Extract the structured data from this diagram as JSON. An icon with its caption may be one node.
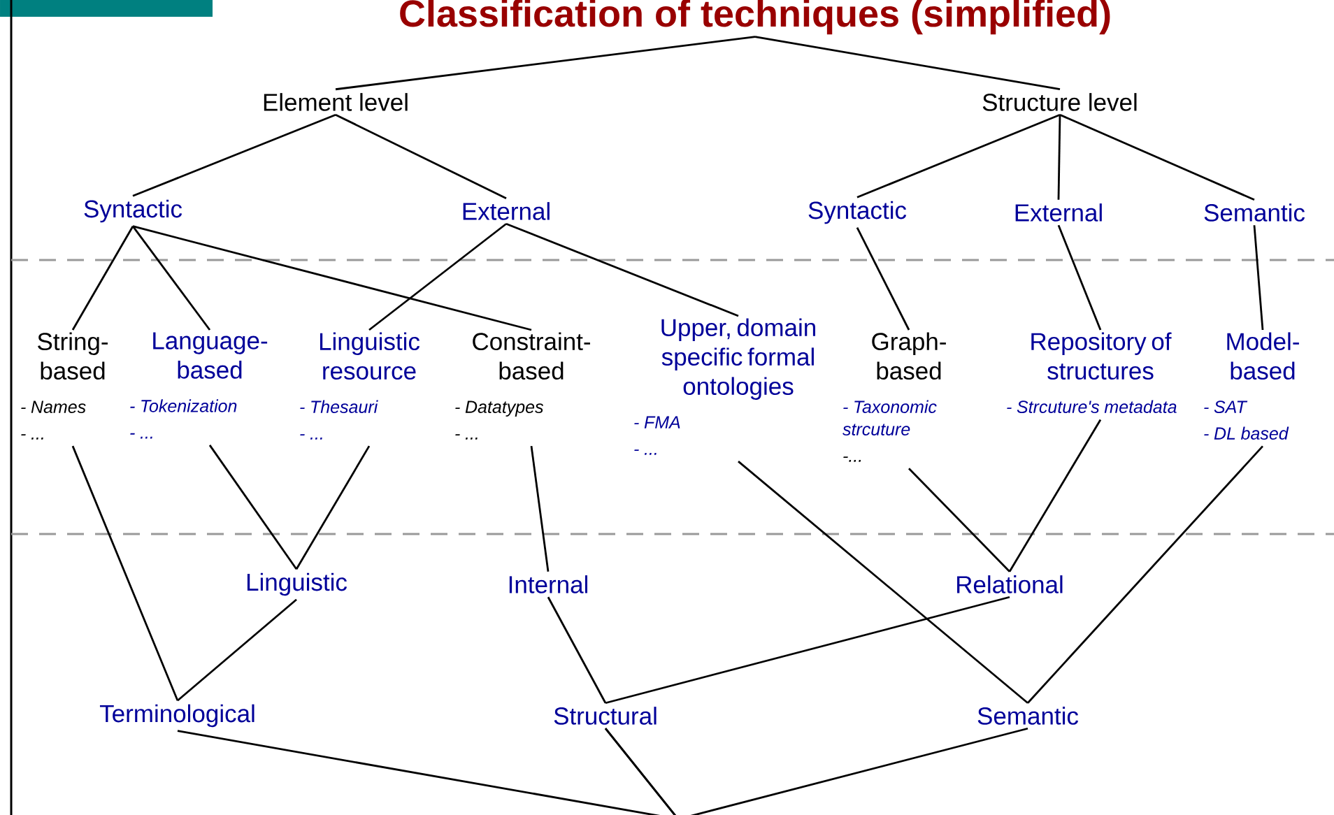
{
  "diagram": {
    "nodes": [
      {
        "text": [
          "Classification of techniques (simplified)"
        ]
      },
      {
        "text": [
          "Element level"
        ]
      },
      {
        "text": [
          "Structure level"
        ]
      },
      {
        "text": [
          "Syntactic"
        ]
      },
      {
        "text": [
          "External"
        ]
      },
      {
        "text": [
          "Syntactic"
        ]
      },
      {
        "text": [
          "External"
        ]
      },
      {
        "text": [
          "Semantic"
        ]
      },
      {
        "text": [
          "String-based",
          "- Names",
          "- ..."
        ]
      },
      {
        "text": [
          "Language-based",
          "- Tokenization",
          "- ..."
        ]
      },
      {
        "text": [
          "Linguistic resource",
          "- Thesauri",
          "- ..."
        ]
      },
      {
        "text": [
          "Constraint-based",
          "- Datatypes",
          "- ..."
        ]
      },
      {
        "text": [
          "Upper, domain specific formal ontologies",
          "- FMA",
          "- ..."
        ]
      },
      {
        "text": [
          "Graph-based",
          "- Taxonomic strcuture",
          "-..."
        ]
      },
      {
        "text": [
          "Repository of structures",
          "- Strcuture's metadata"
        ]
      },
      {
        "text": [
          "Model-based",
          "- SAT",
          "- DL based"
        ]
      },
      {
        "text": [
          "Linguistic"
        ]
      },
      {
        "text": [
          "Internal"
        ]
      },
      {
        "text": [
          "Relational"
        ]
      },
      {
        "text": [
          "Terminological"
        ]
      },
      {
        "text": [
          "Structural"
        ]
      },
      {
        "text": [
          "Semantic"
        ]
      }
    ],
    "edges": [
      {
        "from": 0,
        "to": 1,
        "arrow": "none"
      },
      {
        "from": 0,
        "to": 2,
        "arrow": "none"
      },
      {
        "from": 1,
        "to": 3,
        "arrow": "none"
      },
      {
        "from": 1,
        "to": 4,
        "arrow": "none"
      },
      {
        "from": 2,
        "to": 5,
        "arrow": "none"
      },
      {
        "from": 2,
        "to": 6,
        "arrow": "none"
      },
      {
        "from": 2,
        "to": 7,
        "arrow": "none"
      },
      {
        "from": 3,
        "to": 8,
        "arrow": "none"
      },
      {
        "from": 3,
        "to": 9,
        "arrow": "none"
      },
      {
        "from": 3,
        "to": 11,
        "arrow": "none"
      },
      {
        "from": 4,
        "to": 10,
        "arrow": "none"
      },
      {
        "from": 4,
        "to": 12,
        "arrow": "none"
      },
      {
        "from": 5,
        "to": 13,
        "arrow": "none"
      },
      {
        "from": 6,
        "to": 14,
        "arrow": "none"
      },
      {
        "from": 7,
        "to": 15,
        "arrow": "none"
      },
      {
        "from": 8,
        "to": 19,
        "arrow": "none"
      },
      {
        "from": 9,
        "to": 16,
        "arrow": "none"
      },
      {
        "from": 10,
        "to": 16,
        "arrow": "none"
      },
      {
        "from": 11,
        "to": 17,
        "arrow": "none"
      },
      {
        "from": 12,
        "to": 21,
        "arrow": "none"
      },
      {
        "from": 13,
        "to": 18,
        "arrow": "none"
      },
      {
        "from": 14,
        "to": 18,
        "arrow": "none"
      },
      {
        "from": 15,
        "to": 21,
        "arrow": "none"
      },
      {
        "from": 16,
        "to": 19,
        "arrow": "none"
      },
      {
        "from": 17,
        "to": 20,
        "arrow": "none"
      },
      {
        "from": 18,
        "to": 20,
        "arrow": "none"
      },
      {
        "from": 19,
        "to": 20,
        "arrow": "none"
      },
      {
        "from": 21,
        "to": 20,
        "arrow": "none"
      }
    ]
  }
}
